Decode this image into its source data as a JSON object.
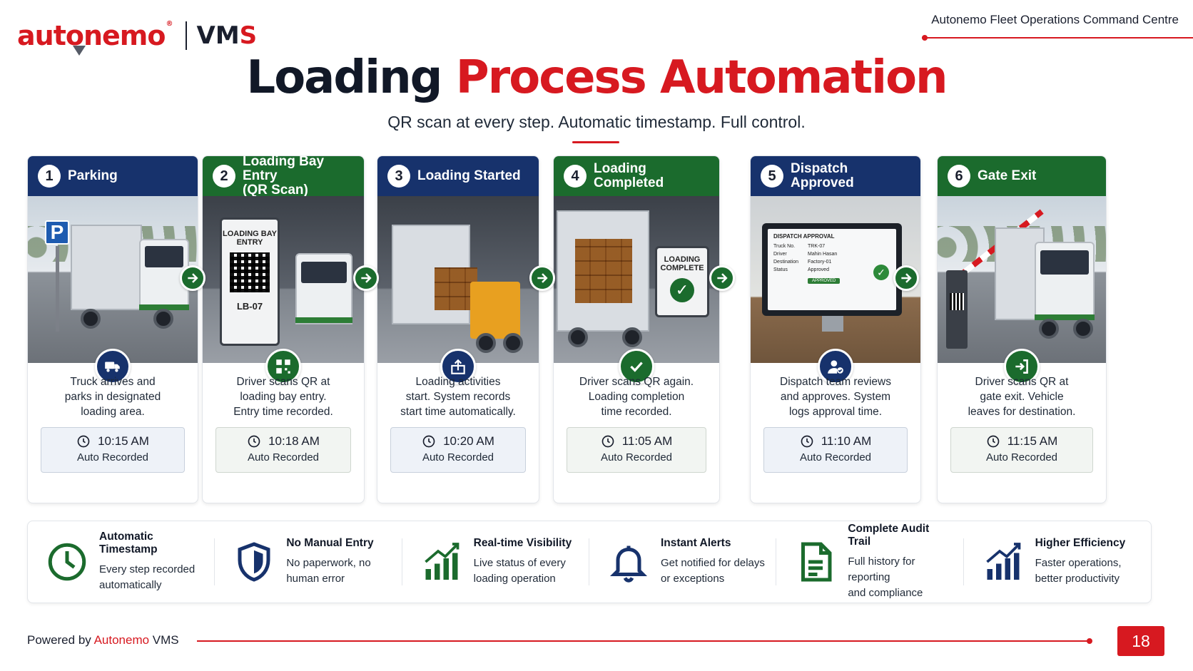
{
  "brand": {
    "logo_text": "autonemo",
    "logo_reg": "®",
    "product": "VM",
    "product_s": "S"
  },
  "header_right": "Autonemo Fleet Operations Command Centre",
  "title": {
    "part1": "Loading",
    "part2": "Process Automation"
  },
  "subtitle": "QR scan at every step. Automatic timestamp. Full control.",
  "steps": [
    {
      "number": "1",
      "title": "Parking",
      "color": "#17326c",
      "icon": "truck-icon",
      "desc": [
        "Truck arrives and",
        "parks in designated",
        "loading area."
      ],
      "time": "10:15 AM",
      "status": "Auto Recorded"
    },
    {
      "number": "2",
      "title_line1": "Loading Bay Entry",
      "title_line2": "(QR Scan)",
      "color": "#1b6b2d",
      "icon": "qr-code-icon",
      "sign_line1": "LOADING BAY",
      "sign_line2": "ENTRY",
      "bay_code": "LB-07",
      "desc": [
        "Driver scans QR at",
        "loading bay entry.",
        "Entry time recorded."
      ],
      "time": "10:18 AM",
      "status": "Auto Recorded"
    },
    {
      "number": "3",
      "title": "Loading Started",
      "color": "#17326c",
      "icon": "box-upload-icon",
      "desc": [
        "Loading activities",
        "start. System records",
        "start time automatically."
      ],
      "time": "10:20 AM",
      "status": "Auto Recorded"
    },
    {
      "number": "4",
      "title": "Loading Completed",
      "color": "#1b6b2d",
      "icon": "check-icon",
      "sign_line1": "LOADING",
      "sign_line2": "COMPLETE",
      "desc": [
        "Driver scans QR again.",
        "Loading completion",
        "time recorded."
      ],
      "time": "11:05 AM",
      "status": "Auto Recorded"
    },
    {
      "number": "5",
      "title": "Dispatch Approved",
      "color": "#17326c",
      "icon": "user-check-icon",
      "screen": {
        "heading": "DISPATCH APPROVAL",
        "rows": [
          [
            "Truck No.",
            "TRK-07"
          ],
          [
            "Driver",
            "Mahin Hasan"
          ],
          [
            "Destination",
            "Factory-01"
          ],
          [
            "Status",
            "Approved"
          ]
        ],
        "tag": "APPROVED"
      },
      "desc": [
        "Dispatch team reviews",
        "and approves. System",
        "logs approval time."
      ],
      "time": "11:10 AM",
      "status": "Auto Recorded"
    },
    {
      "number": "6",
      "title": "Gate Exit",
      "color": "#1b6b2d",
      "icon": "exit-icon",
      "desc": [
        "Driver scans QR at",
        "gate exit. Vehicle",
        "leaves for destination."
      ],
      "time": "11:15 AM",
      "status": "Auto Recorded"
    }
  ],
  "features": [
    {
      "icon": "clock-icon",
      "title": "Automatic Timestamp",
      "desc": [
        "Every step recorded",
        "automatically"
      ],
      "color": "#1b6b2d"
    },
    {
      "icon": "shield-icon",
      "title": "No Manual Entry",
      "desc": [
        "No paperwork, no",
        "human error"
      ],
      "color": "#17326c"
    },
    {
      "icon": "bar-chart-up-icon",
      "title": "Real-time Visibility",
      "desc": [
        "Live status of every",
        "loading operation"
      ],
      "color": "#1b6b2d"
    },
    {
      "icon": "bell-icon",
      "title": "Instant Alerts",
      "desc": [
        "Get notified for delays",
        "or exceptions"
      ],
      "color": "#17326c"
    },
    {
      "icon": "document-icon",
      "title": "Complete Audit Trail",
      "desc": [
        "Full history for reporting",
        "and compliance"
      ],
      "color": "#1b6b2d"
    },
    {
      "icon": "growth-chart-icon",
      "title": "Higher Efficiency",
      "desc": [
        "Faster operations,",
        "better productivity"
      ],
      "color": "#17326c"
    }
  ],
  "footer": {
    "prefix": "Powered by ",
    "brand": "Autonemo",
    "suffix": " VMS",
    "page_number": "18"
  },
  "colors": {
    "brand_red": "#d71920",
    "navy": "#17326c",
    "green": "#1b6b2d"
  }
}
